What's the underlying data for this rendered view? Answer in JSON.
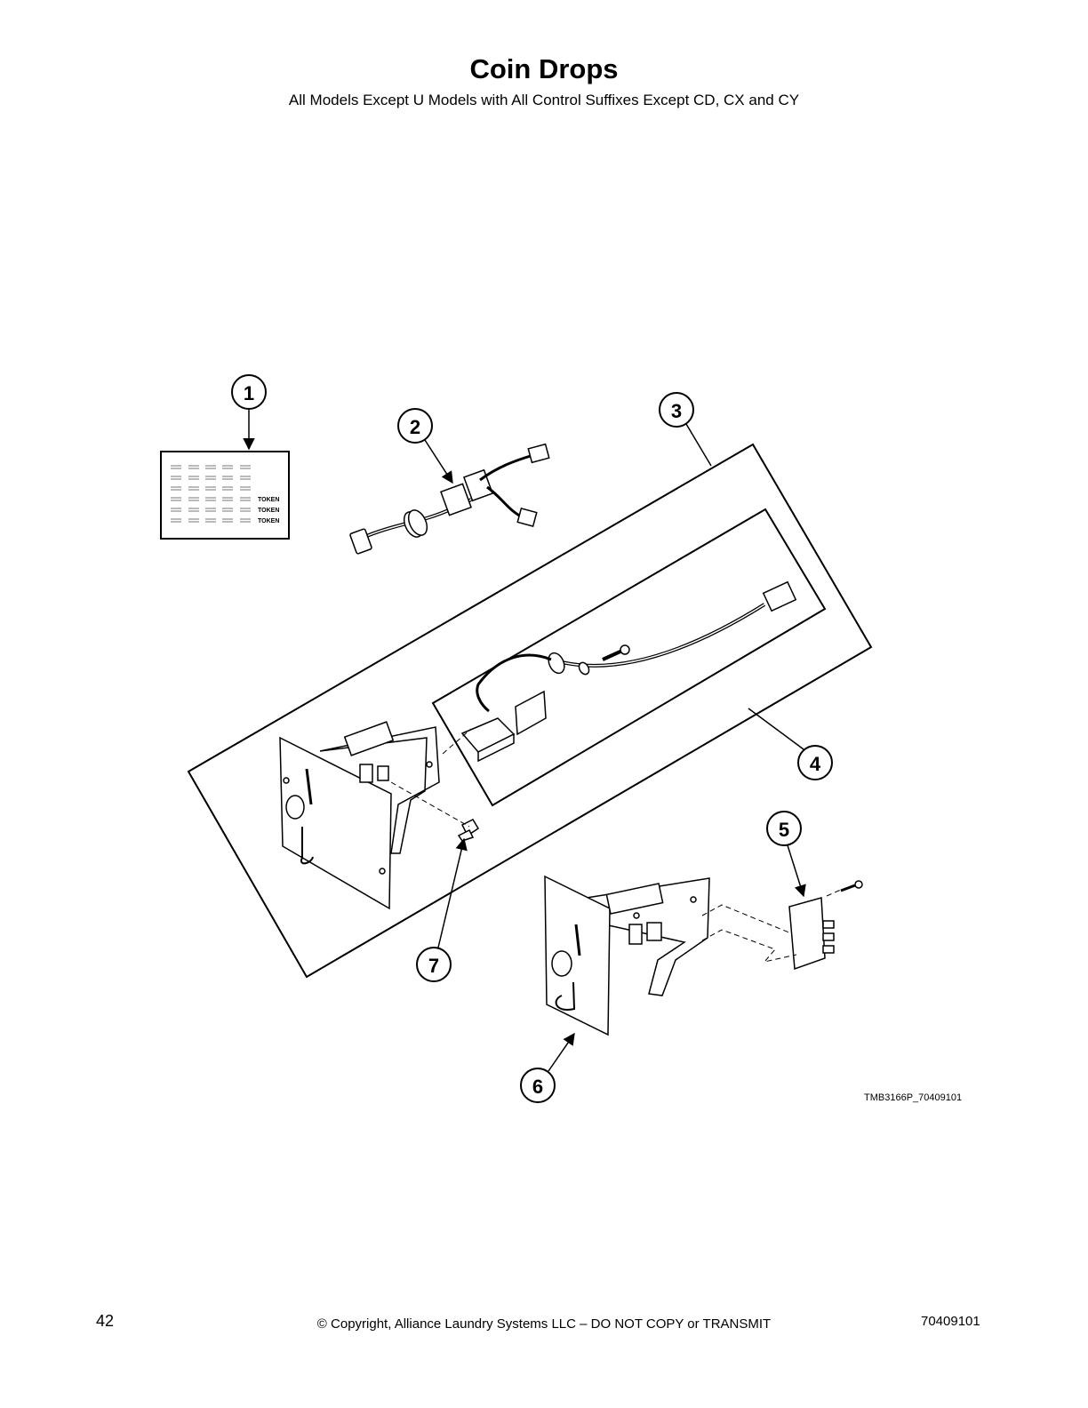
{
  "header": {
    "title": "Coin Drops",
    "subtitle": "All Models Except U Models with All Control Suffixes Except CD, CX and CY"
  },
  "diagram": {
    "callouts": [
      "1",
      "2",
      "3",
      "4",
      "5",
      "6",
      "7"
    ],
    "decal_labels": [
      "TOKEN",
      "TOKEN",
      "TOKEN"
    ],
    "figure_id": "TMB3166P_70409101"
  },
  "footer": {
    "page_number": "42",
    "copyright": "© Copyright, Alliance Laundry Systems LLC – DO NOT COPY or TRANSMIT",
    "doc_number": "70409101"
  }
}
